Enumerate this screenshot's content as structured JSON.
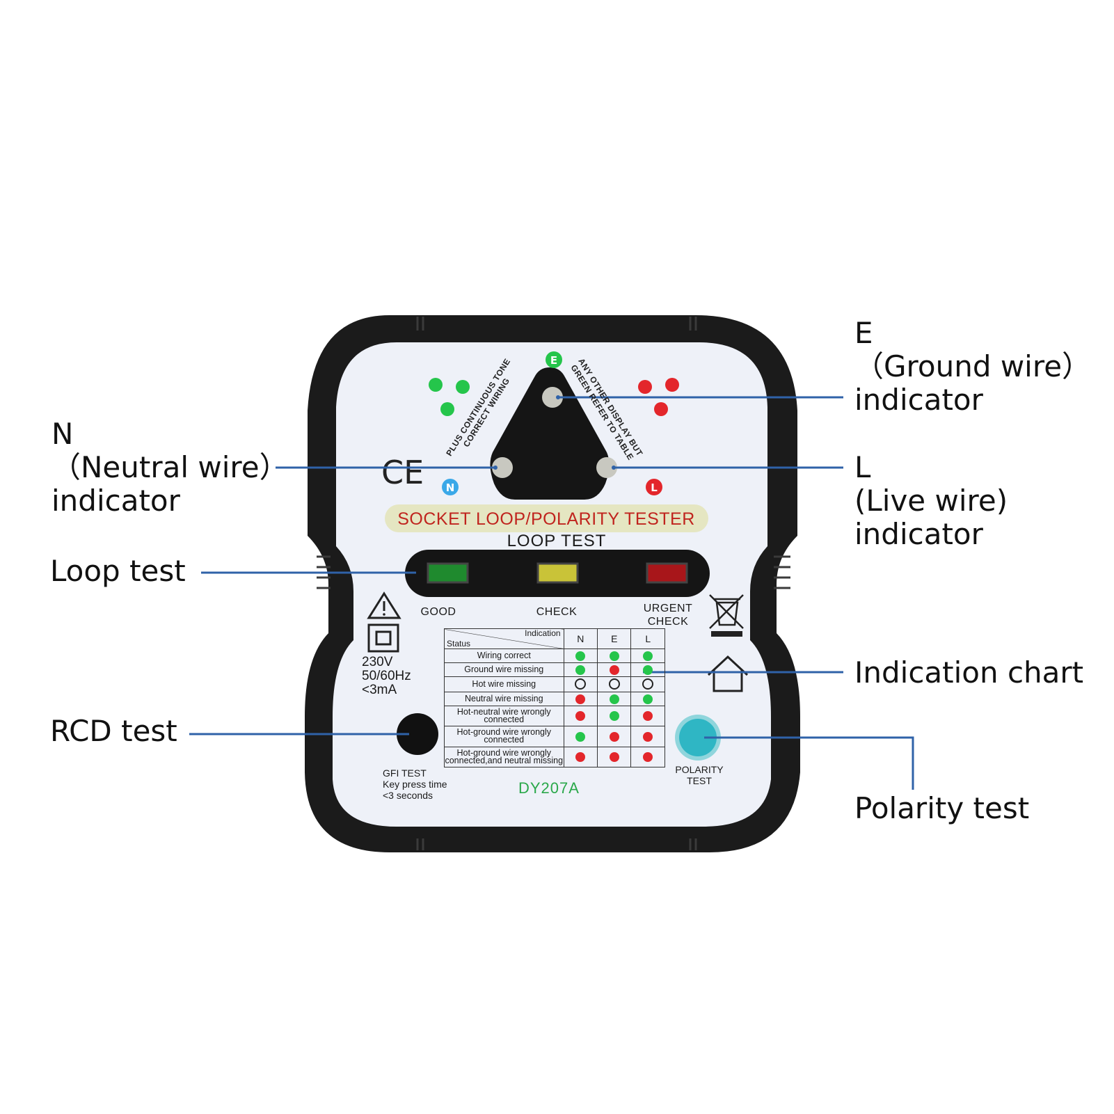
{
  "callouts": {
    "e": [
      "E",
      "（Ground wire）",
      "indicator"
    ],
    "n": [
      "N",
      "（Neutral wire）",
      "indicator"
    ],
    "l": [
      "L",
      "(Live wire)",
      "indicator"
    ],
    "loop": "Loop test",
    "chart": "Indication chart",
    "rcd": "RCD test",
    "polarity": "Polarity test"
  },
  "device": {
    "title": "SOCKET LOOP/POLARITY TESTER",
    "loop_test": "LOOP TEST",
    "loop_labels": {
      "good": "GOOD",
      "check": "CHECK",
      "urgent": [
        "URGENT",
        "CHECK"
      ]
    },
    "socket_letters": {
      "e": "E",
      "n": "N",
      "l": "L"
    },
    "triangle_left": [
      "PLUS CONTINUOUS TONE",
      "CORRECT WIRING"
    ],
    "triangle_right": [
      "ANY OTHER DISPLAY BUT",
      "GREEN REFER TO TABLE"
    ],
    "ce_mark": "CE",
    "rating": [
      "230V",
      "50/60Hz",
      "<3mA"
    ],
    "gfi": [
      "GFI TEST",
      "Key press time",
      "<3 seconds"
    ],
    "model": "DY207A",
    "polarity": [
      "POLARITY",
      "TEST"
    ]
  },
  "chart": {
    "header_indication": "Indication",
    "header_status": "Status",
    "columns": [
      "N",
      "E",
      "L"
    ],
    "rows": [
      {
        "status": "Wiring correct",
        "dots": [
          "green",
          "green",
          "green"
        ]
      },
      {
        "status": "Ground wire missing",
        "dots": [
          "green",
          "red",
          "green"
        ]
      },
      {
        "status": "Hot wire missing",
        "dots": [
          "off",
          "off",
          "off"
        ]
      },
      {
        "status": "Neutral wire missing",
        "dots": [
          "red",
          "green",
          "green"
        ]
      },
      {
        "status": "Hot-neutral wire wrongly connected",
        "dots": [
          "red",
          "green",
          "red"
        ]
      },
      {
        "status": "Hot-ground wire wrongly connected",
        "dots": [
          "green",
          "red",
          "red"
        ]
      },
      {
        "status": "Hot-ground wire wrongly connected,and neutral missing",
        "dots": [
          "red",
          "red",
          "red"
        ]
      }
    ]
  },
  "colors": {
    "body": "#1b1b1b",
    "face": "#eef1f8",
    "callout_line": "#2f62a8",
    "led_green": "#25c54b",
    "led_red": "#e3262b",
    "loop_green": "#1f8a2e",
    "loop_yellow": "#c9c338",
    "loop_red": "#a8161a",
    "polarity_button": "#2fb6c4"
  }
}
